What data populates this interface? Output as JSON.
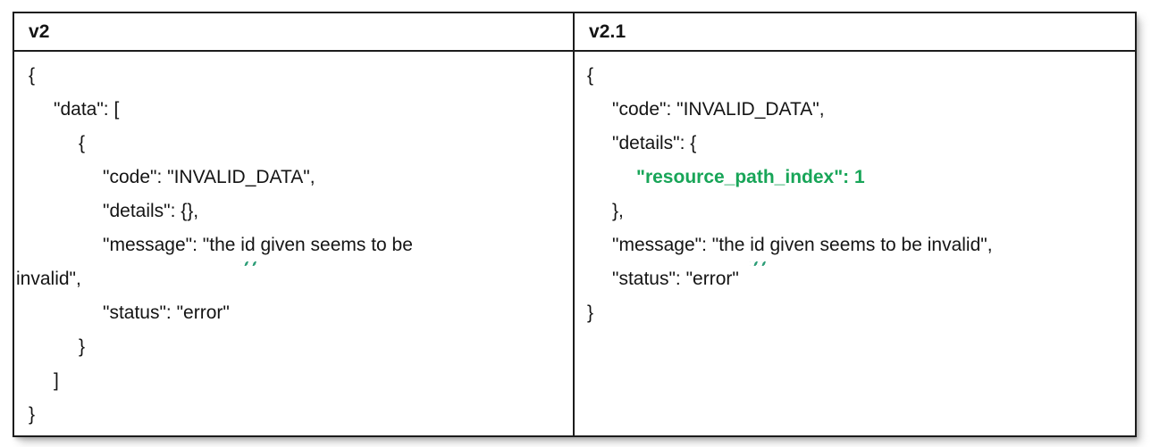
{
  "table": {
    "columns": [
      {
        "id": "v2",
        "header": "v2"
      },
      {
        "id": "v2_1",
        "header": "v2.1"
      }
    ],
    "accent_green": "#18a558",
    "squiggle_color": "#2e9e78",
    "border_color": "#1c1c1c",
    "text_color": "#141414",
    "background": "#ffffff"
  },
  "left_cell": {
    "lines": [
      {
        "indent": 0,
        "text": "{"
      },
      {
        "indent": 1,
        "text": "\"data\": ["
      },
      {
        "indent": 2,
        "text": "{"
      },
      {
        "indent": 3,
        "text": "\"code\": \"INVALID_DATA\","
      },
      {
        "indent": 3,
        "text": "\"details\": {},"
      },
      {
        "indent": 3,
        "prefix": "\"message\": \"the ",
        "misspelled": "id",
        "suffix": " given seems to be",
        "continuation": "invalid\","
      },
      {
        "indent": 3,
        "text": "\"status\": \"error\""
      },
      {
        "indent": 2,
        "text": "}"
      },
      {
        "indent": 1,
        "text": "]"
      },
      {
        "indent": 0,
        "text": "}"
      }
    ],
    "full_json": "{\n   \"data\": [\n      {\n         \"code\": \"INVALID_DATA\",\n         \"details\": {},\n         \"message\": \"the id given seems to be invalid\",\n         \"status\": \"error\"\n      }\n   ]\n}"
  },
  "right_cell": {
    "lines": [
      {
        "indent": 0,
        "text": "{"
      },
      {
        "indent": 1,
        "text": "\"code\": \"INVALID_DATA\","
      },
      {
        "indent": 1,
        "text": "\"details\": {"
      },
      {
        "indent": 2,
        "text": "\"resource_path_index\": 1",
        "highlight": true
      },
      {
        "indent": 1,
        "text": "},"
      },
      {
        "indent": 1,
        "prefix": "\"message\": \"the ",
        "misspelled": "id",
        "suffix": " given seems to be invalid\","
      },
      {
        "indent": 1,
        "text": "\"status\": \"error\""
      },
      {
        "indent": 0,
        "text": "}"
      }
    ],
    "full_json": "{\n   \"code\": \"INVALID_DATA\",\n   \"details\": {\n      \"resource_path_index\": 1\n   },\n   \"message\": \"the id given seems to be invalid\",\n   \"status\": \"error\"\n}"
  }
}
